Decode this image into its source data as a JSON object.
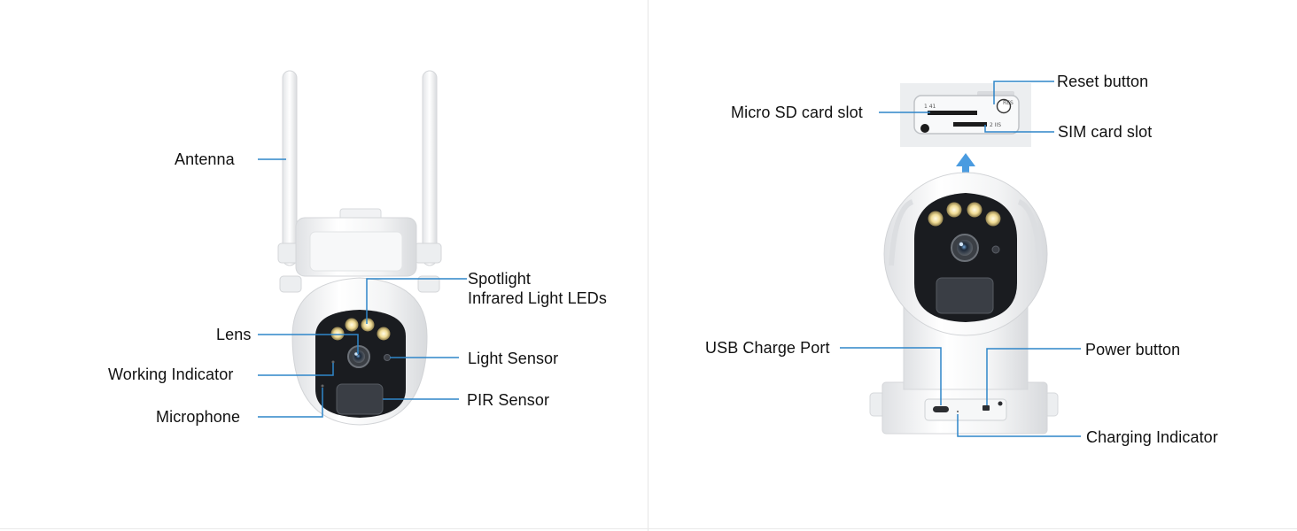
{
  "left_panel": {
    "labels": {
      "antenna": "Antenna",
      "spotlight": "Spotlight",
      "infrared": "Infrared Light LEDs",
      "lens": "Lens",
      "light_sensor": "Light Sensor",
      "working_indicator": "Working Indicator",
      "pir_sensor": "PIR Sensor",
      "microphone": "Microphone"
    }
  },
  "right_panel": {
    "labels": {
      "reset_button": "Reset button",
      "micro_sd_slot": "Micro SD card slot",
      "sim_slot": "SIM card slot",
      "usb_charge_port": "USB Charge Port",
      "power_button": "Power button",
      "charging_indicator": "Charging Indicator"
    },
    "slot_markings": {
      "sd": "1 41",
      "sim": "2 IIS",
      "reset": "RES"
    }
  },
  "colors": {
    "callout_line": "#2f86c9",
    "arrow": "#4a9be0",
    "camera_body": "#f4f5f6",
    "camera_face": "#1a1c20",
    "led": "#f2e3a8"
  }
}
